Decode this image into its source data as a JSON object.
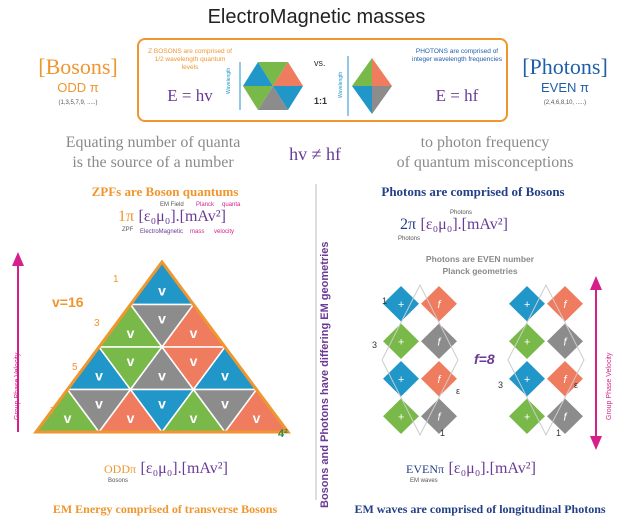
{
  "title": "ElectroMagnetic masses",
  "header": {
    "bosons_label": "[Bosons]",
    "bosons_sub": "ODD π",
    "bosons_seq": "(1,3,5,7,9, .....)",
    "photons_label": "[Photons]",
    "photons_sub": "EVEN π",
    "photons_seq": "(2,4,6,8,10, .....)",
    "boson_box_text": "Z BOSONS are comprised of 1/2 wavelength quantum levels",
    "photon_box_text": "PHOTONS are comprised of integer wavelength frequencies",
    "e_hv": "E = hv",
    "e_hf": "E = hf",
    "vs": "vs.",
    "ratio": "1:1",
    "wavelength": "Wavelength"
  },
  "equating": {
    "left_line1": "Equating number of quanta",
    "left_line2": "is the source of a number",
    "middle": "hv ≠ hf",
    "right_line1": "to photon frequency",
    "right_line2": "of quantum misconceptions"
  },
  "left_panel": {
    "heading": "ZPFs are Boson quantums",
    "formula_prefix": "1π",
    "formula_sub": "ZPF",
    "formula_body": "[ε₀μ₀].[mAv²]",
    "label_em_field": "EM Field",
    "label_planck": "Planck",
    "label_quanta": "quanta",
    "label_em": "ElectroMagnetic",
    "label_mass": "mass",
    "label_velocity": "velocity",
    "row_labels": [
      "1",
      "3",
      "5",
      "7"
    ],
    "v_count": "v=16",
    "square": "4²",
    "group_phase": "Group Phase Velocity",
    "bottom_formula_prefix": "ODDπ",
    "bottom_formula_sub": "Bosons",
    "footer": "EM Energy comprised of transverse Bosons"
  },
  "divider_text": "Bosons and Photons have differing EM geometries",
  "right_panel": {
    "heading": "Photons are comprised of Bosons",
    "formula_prefix": "2π",
    "formula_sub": "Photons",
    "formula_body": "[ε₀μ₀].[mAv²]",
    "even_line1": "Photons are EVEN number",
    "even_line2": "Planck geometries",
    "f_count": "f=8",
    "side_labels": [
      "1",
      "3",
      "ε",
      "1",
      "3",
      "ε",
      "1"
    ],
    "group_phase": "Group Phase Velocity",
    "bottom_formula_prefix": "EVENπ",
    "bottom_formula_sub": "EM waves",
    "footer": "EM waves are comprised of longitudinal Photons"
  },
  "colors": {
    "orange": "#f0962e",
    "blue_tri": "#2196c8",
    "green_tri": "#79b94a",
    "gray_tri": "#8c8c8c",
    "salmon_tri": "#ef7c5f",
    "magenta": "#d61f8a",
    "purple": "#6a3a96",
    "navy": "#233f86"
  }
}
